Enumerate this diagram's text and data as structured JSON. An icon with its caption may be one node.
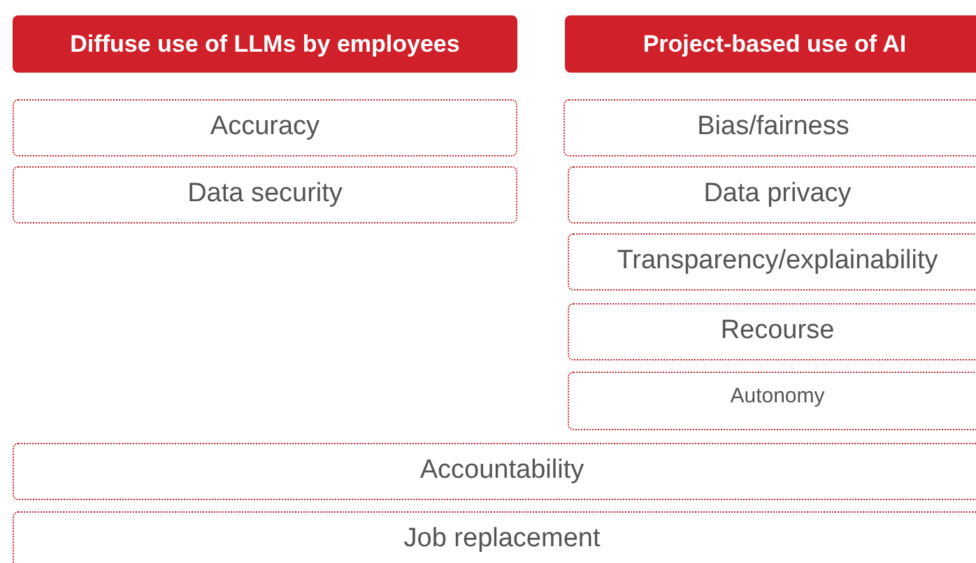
{
  "diagram": {
    "nodes": [
      {
        "text": [
          "Diffuse use of LLMs by employees"
        ]
      },
      {
        "text": [
          "Project-based use of AI"
        ]
      },
      {
        "text": [
          "Accuracy"
        ]
      },
      {
        "text": [
          "Data security"
        ]
      },
      {
        "text": [
          "Bias/fairness"
        ]
      },
      {
        "text": [
          "Data privacy"
        ]
      },
      {
        "text": [
          "Transparency/explainability"
        ]
      },
      {
        "text": [
          "Recourse"
        ]
      },
      {
        "text": [
          "Autonomy"
        ]
      },
      {
        "text": [
          "Accountability"
        ]
      },
      {
        "text": [
          "Job replacement"
        ]
      }
    ]
  }
}
